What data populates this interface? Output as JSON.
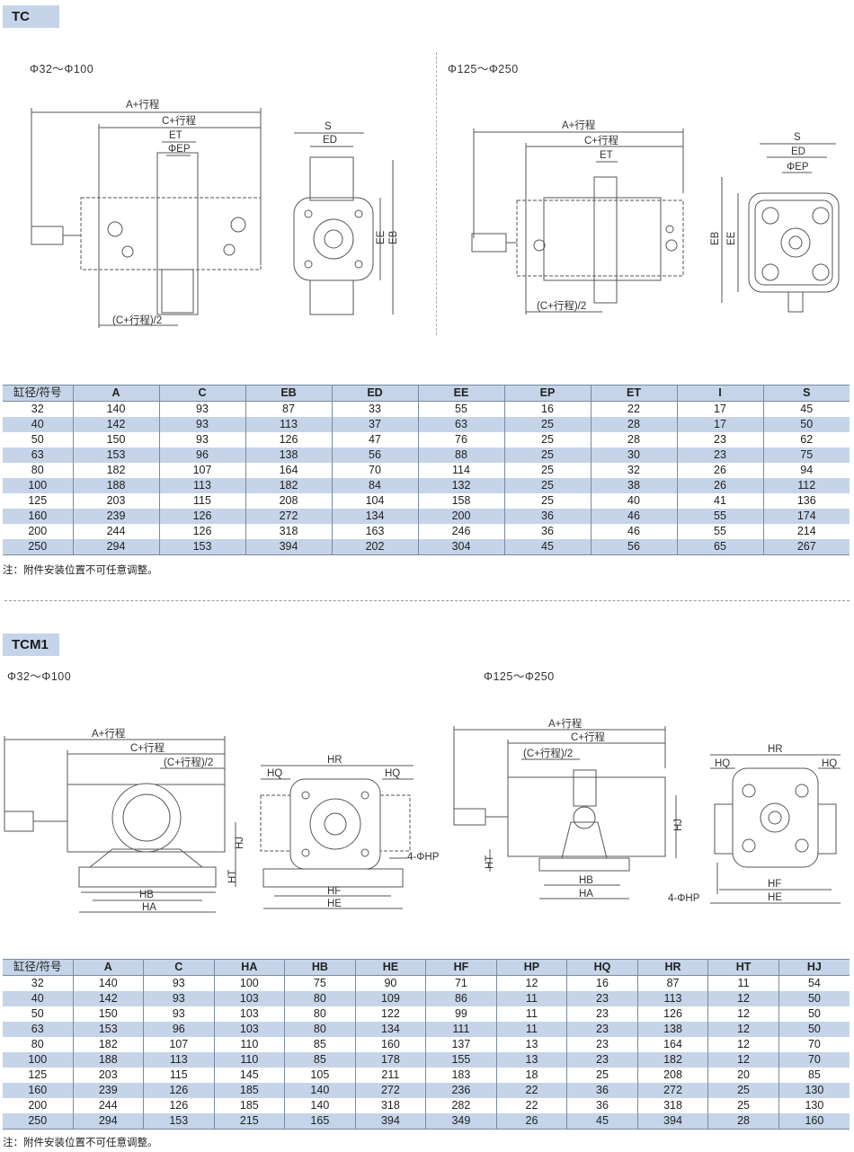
{
  "tc": {
    "tag": "TC",
    "small_range": "Φ32～Φ100",
    "large_range": "Φ125～Φ250",
    "dims": {
      "a_stroke": "A+行程",
      "c_stroke": "C+行程",
      "et": "ET",
      "phi_ep": "ΦEP",
      "half_c": "(C+行程)/2",
      "s": "S",
      "ed": "ED",
      "ee": "EE",
      "eb": "EB"
    },
    "table": {
      "headers": [
        "缸径/符号",
        "A",
        "C",
        "EB",
        "ED",
        "EE",
        "EP",
        "ET",
        "I",
        "S"
      ],
      "rows": [
        [
          "32",
          "140",
          "93",
          "87",
          "33",
          "55",
          "16",
          "22",
          "17",
          "45"
        ],
        [
          "40",
          "142",
          "93",
          "113",
          "37",
          "63",
          "25",
          "28",
          "17",
          "50"
        ],
        [
          "50",
          "150",
          "93",
          "126",
          "47",
          "76",
          "25",
          "28",
          "23",
          "62"
        ],
        [
          "63",
          "153",
          "96",
          "138",
          "56",
          "88",
          "25",
          "30",
          "23",
          "75"
        ],
        [
          "80",
          "182",
          "107",
          "164",
          "70",
          "114",
          "25",
          "32",
          "26",
          "94"
        ],
        [
          "100",
          "188",
          "113",
          "182",
          "84",
          "132",
          "25",
          "38",
          "26",
          "112"
        ],
        [
          "125",
          "203",
          "115",
          "208",
          "104",
          "158",
          "25",
          "40",
          "41",
          "136"
        ],
        [
          "160",
          "239",
          "126",
          "272",
          "134",
          "200",
          "36",
          "46",
          "55",
          "174"
        ],
        [
          "200",
          "244",
          "126",
          "318",
          "163",
          "246",
          "36",
          "46",
          "55",
          "214"
        ],
        [
          "250",
          "294",
          "153",
          "394",
          "202",
          "304",
          "45",
          "56",
          "65",
          "267"
        ]
      ]
    },
    "note": "注：附件安装位置不可任意调整。"
  },
  "tcm1": {
    "tag": "TCM1",
    "small_range": "Φ32～Φ100",
    "large_range": "Φ125～Φ250",
    "dims": {
      "a_stroke": "A+行程",
      "c_stroke": "C+行程",
      "half_c": "(C+行程)/2",
      "hr": "HR",
      "hq": "HQ",
      "hj": "HJ",
      "ht": "HT",
      "hb": "HB",
      "ha": "HA",
      "hf": "HF",
      "he": "HE",
      "hp4": "4-ΦHP",
      "hp4b": "4-ΦHP"
    },
    "table": {
      "headers": [
        "缸径/符号",
        "A",
        "C",
        "HA",
        "HB",
        "HE",
        "HF",
        "HP",
        "HQ",
        "HR",
        "HT",
        "HJ"
      ],
      "rows": [
        [
          "32",
          "140",
          "93",
          "100",
          "75",
          "90",
          "71",
          "12",
          "16",
          "87",
          "11",
          "54"
        ],
        [
          "40",
          "142",
          "93",
          "103",
          "80",
          "109",
          "86",
          "11",
          "23",
          "113",
          "12",
          "50"
        ],
        [
          "50",
          "150",
          "93",
          "103",
          "80",
          "122",
          "99",
          "11",
          "23",
          "126",
          "12",
          "50"
        ],
        [
          "63",
          "153",
          "96",
          "103",
          "80",
          "134",
          "111",
          "11",
          "23",
          "138",
          "12",
          "50"
        ],
        [
          "80",
          "182",
          "107",
          "110",
          "85",
          "160",
          "137",
          "13",
          "23",
          "164",
          "12",
          "70"
        ],
        [
          "100",
          "188",
          "113",
          "110",
          "85",
          "178",
          "155",
          "13",
          "23",
          "182",
          "12",
          "70"
        ],
        [
          "125",
          "203",
          "115",
          "145",
          "105",
          "211",
          "183",
          "18",
          "25",
          "208",
          "20",
          "85"
        ],
        [
          "160",
          "239",
          "126",
          "185",
          "140",
          "272",
          "236",
          "22",
          "36",
          "272",
          "25",
          "130"
        ],
        [
          "200",
          "244",
          "126",
          "185",
          "140",
          "318",
          "282",
          "22",
          "36",
          "318",
          "25",
          "130"
        ],
        [
          "250",
          "294",
          "153",
          "215",
          "165",
          "394",
          "349",
          "26",
          "45",
          "394",
          "28",
          "160"
        ]
      ]
    },
    "note": "注：附件安装位置不可任意调整。"
  }
}
